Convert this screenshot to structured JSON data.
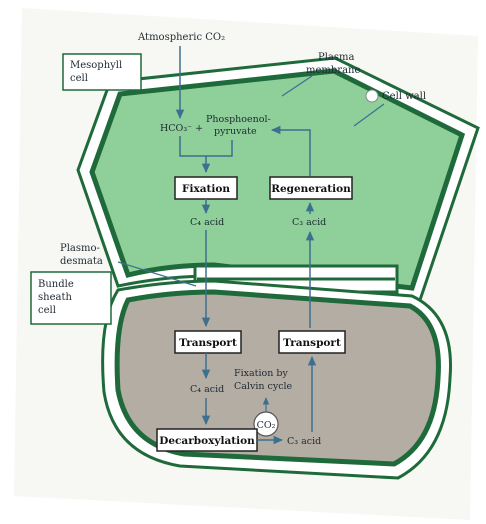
{
  "labels": {
    "atmospheric_co2": "Atmospheric CO₂",
    "mesophyll_cell": [
      "Mesophyll",
      "cell"
    ],
    "plasma_membrane": [
      "Plasma",
      "membrane"
    ],
    "cell_wall": "Cell wall",
    "hco3": "HCO₃⁻ +",
    "phosphoenol_pyruvate": [
      "Phosphoenol-",
      "pyruvate"
    ],
    "plasmodesmata": [
      "Plasmo-",
      "desmata"
    ],
    "bundle_sheath_cell": [
      "Bundle",
      "sheath",
      "cell"
    ],
    "c4_acid_top": "C₄ acid",
    "c3_acid_top": "C₃ acid",
    "c4_acid_bottom": "C₄ acid",
    "c3_acid_bottom": "C₃ acid",
    "fixation_calvin": [
      "Fixation by",
      "Calvin cycle"
    ],
    "co2_circle": "CO₂"
  },
  "boxes": {
    "fixation": "Fixation",
    "regeneration": "Regeneration",
    "transport_left": "Transport",
    "transport_right": "Transport",
    "decarboxylation": "Decarboxylation"
  },
  "colors": {
    "mesophyll_fill": "#8fcf9a",
    "bundle_sheath_fill": "#b3ada3",
    "membrane": "#1f6a3a",
    "arrow": "#3d6f8f"
  }
}
